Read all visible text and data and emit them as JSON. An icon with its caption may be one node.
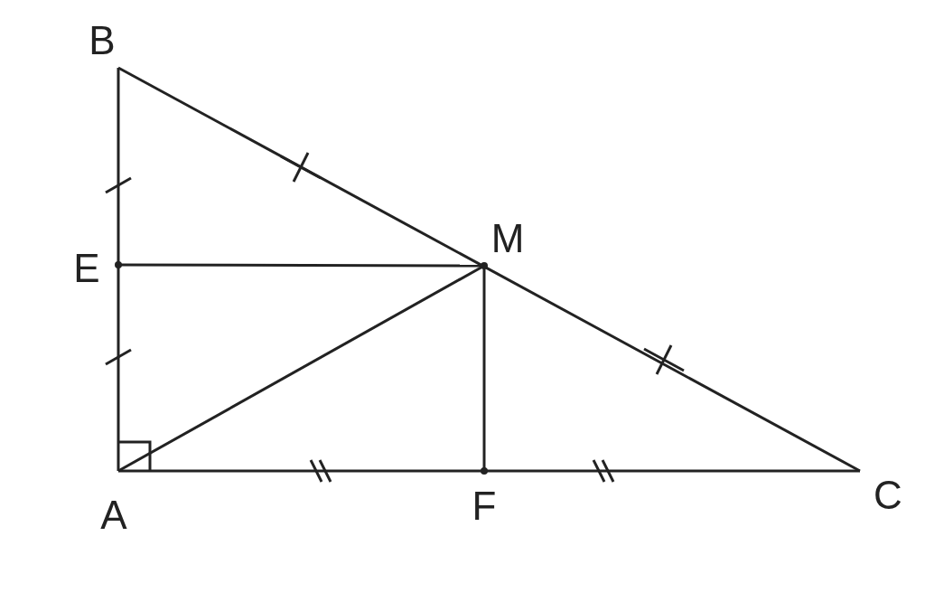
{
  "diagram": {
    "labels": [
      "B",
      "E",
      "M",
      "A",
      "F",
      "C"
    ]
  }
}
